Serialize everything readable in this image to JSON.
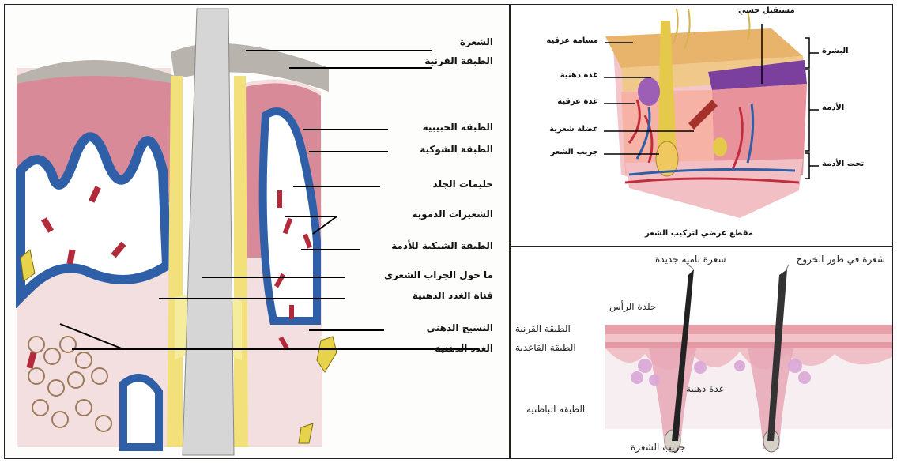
{
  "left_panel": {
    "labels": [
      "الشعرة",
      "الطبقة القرنية",
      "الطبقة الحبيبية",
      "الطبقة الشوكية",
      "حليمات الجلد",
      "الشعيرات الدموية",
      "الطبقة الشبكية للأدمة",
      "ما حول الجراب الشعري",
      "قناة الغدد الدهنية",
      "النسيج الدهني",
      "الغدد الدهنية"
    ]
  },
  "top_right_panel": {
    "caption": "مقطع عرضي لتركيب الشعر",
    "labels": {
      "sensory_receptor": "مستقبل حسي",
      "sweat_pore": "مسامة عرقية",
      "sebaceous_gland": "غدة دهنية",
      "sweat_gland": "غدة عرقية",
      "hair_muscle": "عضلة شعرية",
      "hair_follicle": "جريب الشعر",
      "epidermis": "البشرة",
      "dermis": "الأدمة",
      "hypodermis": "تحت الأدمة"
    }
  },
  "bottom_right_panel": {
    "labels": {
      "exiting_hair": "شعرة في طور الخروج",
      "new_hair": "شعرة نامية جديدة",
      "scalp": "جلدة الرأس",
      "stratum_corneum": "الطبقة القرنية",
      "basal_layer": "الطبقة القاعدية",
      "sebaceous_gland": "غدة دهنية",
      "inner_layer": "الطبقة الباطنية",
      "hair_follicle": "جريب الشعرة"
    }
  },
  "colors": {
    "skin_pink": "#e9a7b0",
    "dermis_pink": "#f3c6cc",
    "blue_layer": "#2f5fa6",
    "yellow": "#f2e07a",
    "blood_red": "#b32b3a",
    "hair_grey": "#cfcfcf",
    "epidermis_tan": "#e8b46b",
    "purple": "#7b3f9e"
  }
}
